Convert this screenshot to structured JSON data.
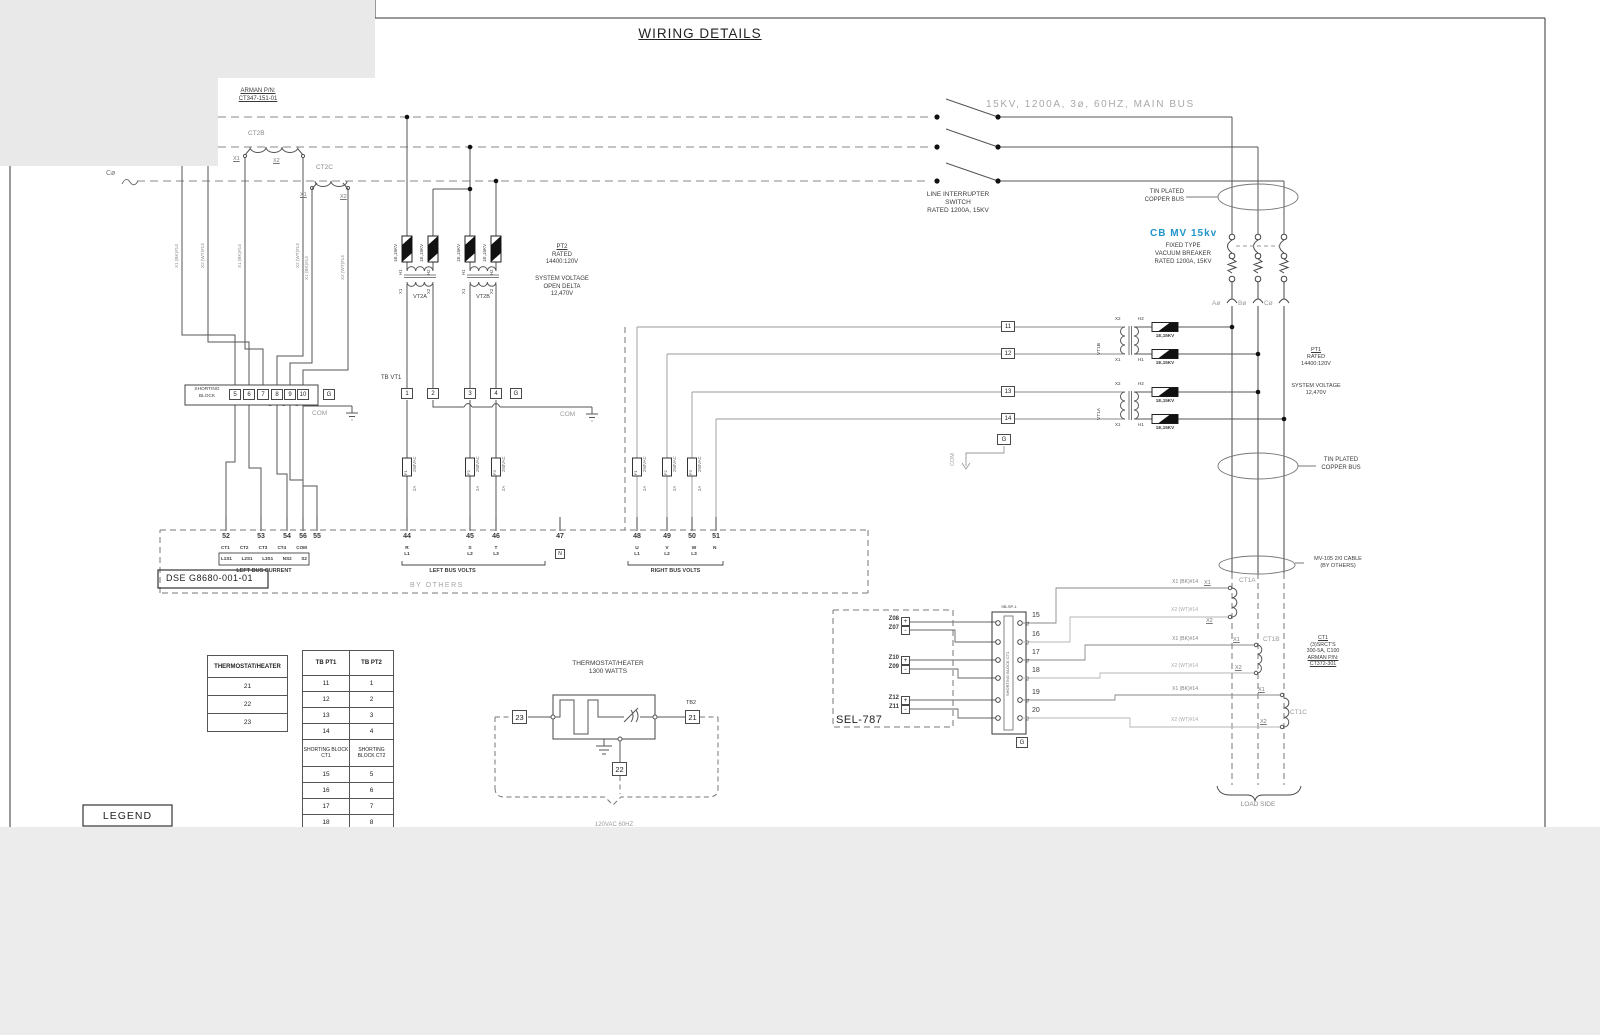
{
  "title": "WIRING DETAILS",
  "legend": "LEGEND",
  "top_left": {
    "c_phase": "Cø",
    "arman1": "ARMAN P/N:",
    "arman2": "CT347-151-01",
    "ct2b": "CT2B",
    "ct2c": "CT2C"
  },
  "labels": {
    "wire_bk": "X1 (BK)#14",
    "wire_wt": "X2 (WT)#14",
    "x1": "X1",
    "x2": "X2",
    "h1": "H1",
    "h2": "H2",
    "com": "COM",
    "g": "G",
    "fuse_mv": "1E,15KV",
    "f1": "F1",
    "f2": "F2",
    "f3": "F3",
    "fuse_v": "250VAC",
    "fuse_a": "2A"
  },
  "main_bus": {
    "label": "15KV, 1200A, 3ø, 60HZ, MAIN BUS",
    "interrupter1": "LINE INTERRUPTER",
    "interrupter2": "SWITCH",
    "interrupter3": "RATED 1200A, 15KV",
    "tin1": "TIN PLATED",
    "tin2": "COPPER BUS"
  },
  "breaker": {
    "title": "CB  MV  15kv",
    "line1": "FIXED TYPE",
    "line2": "VACUUM BREAKER",
    "line3": "RATED 1200A, 15KV",
    "phase_a": "Aø",
    "phase_b": "Bø",
    "phase_c": "Cø",
    "accent": "#2095cc"
  },
  "pt2": {
    "title": "PT2",
    "rated": "RATED",
    "ratio": "14400:120V",
    "sys1": "SYSTEM VOLTAGE",
    "sys2": "OPEN DELTA",
    "sys3": "12,470V",
    "vt2a": "VT2A",
    "vt2b": "VT2B",
    "tb": "TB VT1",
    "t1": "1",
    "t2": "2",
    "t3": "3",
    "t4": "4"
  },
  "pt1": {
    "title": "PT1",
    "rated": "RATED",
    "ratio": "14400:120V",
    "sys1": "SYSTEM VOLTAGE",
    "sys2": "12,470V",
    "vt1a": "VT1A",
    "vt1b": "VT1B",
    "t11": "11",
    "t12": "12",
    "t13": "13",
    "t14": "14"
  },
  "shorting": {
    "line1": "SHORTING",
    "line2": "BLOCK",
    "t5": "5",
    "t6": "6",
    "t7": "7",
    "t8": "8",
    "t9": "9",
    "t10": "10"
  },
  "dse": {
    "box": "DSE  G8680-001-01",
    "by_others": "BY OTHERS",
    "cur_t": [
      "52",
      "53",
      "54",
      "56",
      "55"
    ],
    "cur_r1": [
      "CT1",
      "CT2",
      "CT3",
      "CT4",
      "COM"
    ],
    "cur_r2": [
      "L1S1",
      "L2S1",
      "L3S1",
      "NS2",
      "S2"
    ],
    "cur_title": "LEFT BUS CURRENT",
    "lv_t": [
      "44",
      "45",
      "46",
      "47"
    ],
    "lv_l1": [
      "R",
      "S",
      "T"
    ],
    "lv_l2": [
      "L1",
      "L2",
      "L3"
    ],
    "lv_n": "N",
    "lv_title": "LEFT BUS VOLTS",
    "rv_t": [
      "48",
      "49",
      "50",
      "51"
    ],
    "rv_l1": [
      "U",
      "V",
      "W"
    ],
    "rv_l2": [
      "L1",
      "L2",
      "L3"
    ],
    "rv_n": "N",
    "rv_title": "RIGHT BUS VOLTS"
  },
  "sel": {
    "label": "SEL-787",
    "z": [
      "Z08",
      "Z07",
      "Z10",
      "Z09",
      "Z12",
      "Z11"
    ],
    "plus": "+",
    "minus": "-",
    "sb_header": "SB-SP-1",
    "sb_vertical": "SHORTING BLOCK CT1",
    "s1": "S1",
    "s2": "S2",
    "w": [
      "15",
      "16",
      "17",
      "18",
      "19",
      "20"
    ]
  },
  "ct1": {
    "a": "CT1A",
    "b": "CT1B",
    "c": "CT1C",
    "i1": "CT1",
    "i2": "(3)SRCT'S",
    "i3": "300-5A, C100",
    "i4": "ARMAN P/N:",
    "i5": "CT372-301",
    "cable1": "MV-105 2/0  CABLE",
    "cable2": "(BY OTHERS)",
    "load": "LOAD SIDE"
  },
  "tables": {
    "thermo_header": "THERMOSTAT/HEATER",
    "thermo_rows": [
      "21",
      "22",
      "23"
    ],
    "tb_h1": "TB PT1",
    "tb_h2": "TB PT2",
    "tb_rows": [
      [
        "11",
        "1"
      ],
      [
        "12",
        "2"
      ],
      [
        "13",
        "3"
      ],
      [
        "14",
        "4"
      ]
    ],
    "tb_mid1": "SHORTING BLOCK CT1",
    "tb_mid2": "SHORTING BLOCK CT2",
    "tb_rows2": [
      [
        "15",
        "5"
      ],
      [
        "16",
        "6"
      ],
      [
        "17",
        "7"
      ],
      [
        "18",
        "8"
      ]
    ]
  },
  "thermo": {
    "title": "THERMOSTAT/HEATER",
    "watts": "1300 WATTS",
    "tb2": "TB2",
    "t21": "21",
    "t22": "22",
    "t23": "23",
    "supply": "120VAC 60HZ"
  }
}
